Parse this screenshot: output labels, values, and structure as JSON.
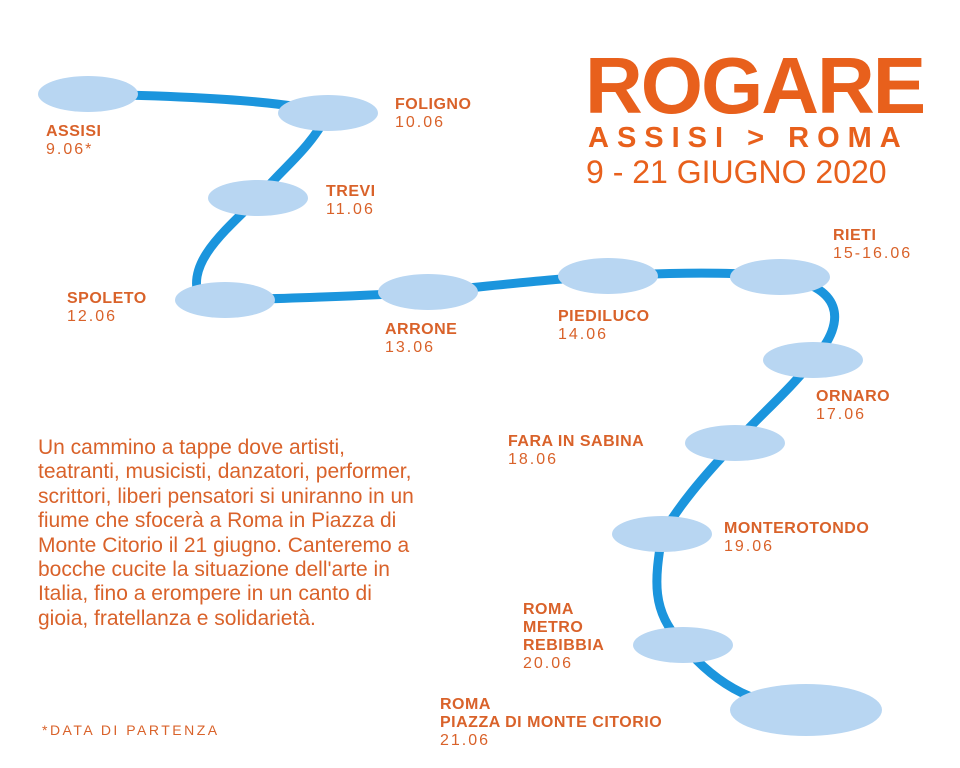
{
  "header": {
    "title": "ROGARE",
    "route": "ASSISI > ROMA",
    "dates": "9 - 21 GIUGNO 2020"
  },
  "colors": {
    "orange": "#e8601c",
    "route_line": "#1b95dd",
    "stop": "#b8d6f2"
  },
  "stops": [
    {
      "name": "ASSISI",
      "date": "9.06*"
    },
    {
      "name": "FOLIGNO",
      "date": "10.06"
    },
    {
      "name": "TREVI",
      "date": "11.06"
    },
    {
      "name": "SPOLETO",
      "date": "12.06"
    },
    {
      "name": "ARRONE",
      "date": "13.06"
    },
    {
      "name": "PIEDILUCO",
      "date": "14.06"
    },
    {
      "name": "RIETI",
      "date": "15-16.06"
    },
    {
      "name": "ORNARO",
      "date": "17.06"
    },
    {
      "name": "FARA IN SABINA",
      "date": "18.06"
    },
    {
      "name": "MONTEROTONDO",
      "date": "19.06"
    },
    {
      "name_lines": [
        "ROMA",
        "METRO",
        "REBIBBIA"
      ],
      "date": "20.06"
    },
    {
      "name_lines": [
        "ROMA",
        "PIAZZA DI MONTE CITORIO"
      ],
      "date": "21.06"
    }
  ],
  "description": "Un cammino a tappe dove artisti, teatranti, musicisti, danzatori, performer, scrittori, liberi pensatori si uniranno in un fiume che sfocerà a Roma in Piazza di Monte Citorio il 21 giugno. Canteremo a bocche cucite la situazione dell'arte in Italia, fino a erompere in un canto di gioia, fratellanza e solidarietà.",
  "footnote": "*DATA DI PARTENZA"
}
